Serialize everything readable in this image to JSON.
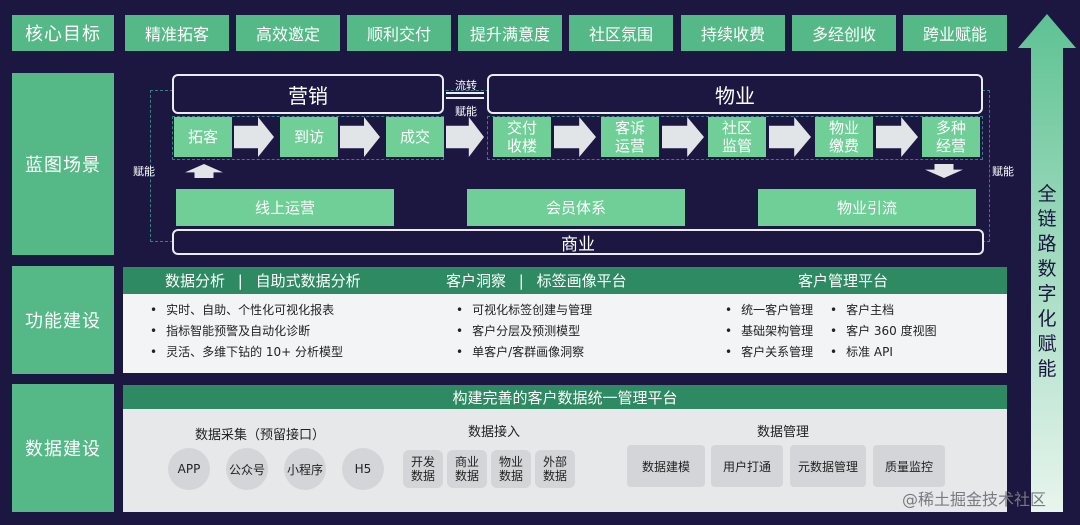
{
  "rows": {
    "goals_label": "核心目标",
    "blueprint_label": "蓝图场景",
    "function_label": "功能建设",
    "data_label": "数据建设"
  },
  "goals": [
    "精准拓客",
    "高效邀定",
    "顺利交付",
    "提升满意度",
    "社区氛围",
    "持续收费",
    "多经创收",
    "跨业赋能"
  ],
  "side_arrow": "全链路数字化赋能",
  "blueprint": {
    "marketing_title": "营销",
    "property_title": "物业",
    "flow_label": "流转",
    "empower_label": "赋能",
    "left_empower": "赋能",
    "right_empower": "赋能",
    "marketing_steps": [
      "拓客",
      "到访",
      "成交"
    ],
    "property_steps": [
      "交付\n收楼",
      "客诉\n运营",
      "社区\n监管",
      "物业\n缴费",
      "多种\n经营"
    ],
    "platforms": [
      "线上运营",
      "会员体系",
      "物业引流"
    ],
    "commerce": "商业"
  },
  "functions": {
    "header1_a": "数据分析",
    "header1_b": "自助式数据分析",
    "header2_a": "客户洞察",
    "header2_b": "标签画像平台",
    "header3": "客户管理平台",
    "col1": [
      "实时、自助、个性化可视化报表",
      "指标智能预警及自动化诊断",
      "灵活、多维下钻的 10+ 分析模型"
    ],
    "col2": [
      "可视化标签创建与管理",
      "客户分层及预测模型",
      "单客户/客群画像洞察"
    ],
    "col3a": [
      "统一客户管理",
      "基础架构管理",
      "客户关系管理"
    ],
    "col3b": [
      "客户主档",
      "客户 360 度视图",
      "标准 API"
    ]
  },
  "data_build": {
    "header": "构建完善的客户数据统一管理平台",
    "collect_title": "数据采集（预留接口）",
    "collect_items": [
      "APP",
      "公众号",
      "小程序",
      "H5"
    ],
    "access_title": "数据接入",
    "access_items": [
      "开发\n数据",
      "商业\n数据",
      "物业\n数据",
      "外部\n数据"
    ],
    "mgmt_title": "数据管理",
    "mgmt_items": [
      "数据建模",
      "用户打通",
      "元数据管理",
      "质量监控"
    ]
  },
  "watermark": "@稀土掘金技术社区",
  "colors": {
    "background": "#1b1740",
    "green": "#54b987",
    "light_green": "#6fcf97",
    "dark_green": "#2d8a62"
  }
}
